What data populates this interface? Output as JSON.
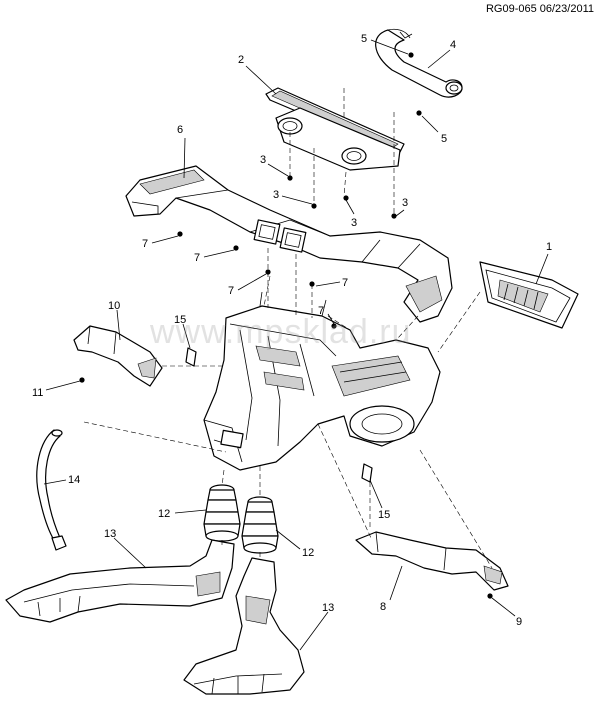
{
  "diagram_code": "RG09-065 06/23/2011",
  "watermark": "www.mpsklad.ru",
  "callouts": [
    {
      "id": "c1",
      "label": "1"
    },
    {
      "id": "c2",
      "label": "2"
    },
    {
      "id": "c3a",
      "label": "3"
    },
    {
      "id": "c3b",
      "label": "3"
    },
    {
      "id": "c3c",
      "label": "3"
    },
    {
      "id": "c3d",
      "label": "3"
    },
    {
      "id": "c4",
      "label": "4"
    },
    {
      "id": "c5a",
      "label": "5"
    },
    {
      "id": "c5b",
      "label": "5"
    },
    {
      "id": "c6",
      "label": "6"
    },
    {
      "id": "c7a",
      "label": "7"
    },
    {
      "id": "c7b",
      "label": "7"
    },
    {
      "id": "c7c",
      "label": "7"
    },
    {
      "id": "c7d",
      "label": "7"
    },
    {
      "id": "c7e",
      "label": "7"
    },
    {
      "id": "c8",
      "label": "8"
    },
    {
      "id": "c9",
      "label": "9"
    },
    {
      "id": "c10",
      "label": "10"
    },
    {
      "id": "c11",
      "label": "11"
    },
    {
      "id": "c12a",
      "label": "12"
    },
    {
      "id": "c12b",
      "label": "12"
    },
    {
      "id": "c13a",
      "label": "13"
    },
    {
      "id": "c13b",
      "label": "13"
    },
    {
      "id": "c14",
      "label": "14"
    },
    {
      "id": "c15a",
      "label": "15"
    },
    {
      "id": "c15b",
      "label": "15"
    }
  ]
}
